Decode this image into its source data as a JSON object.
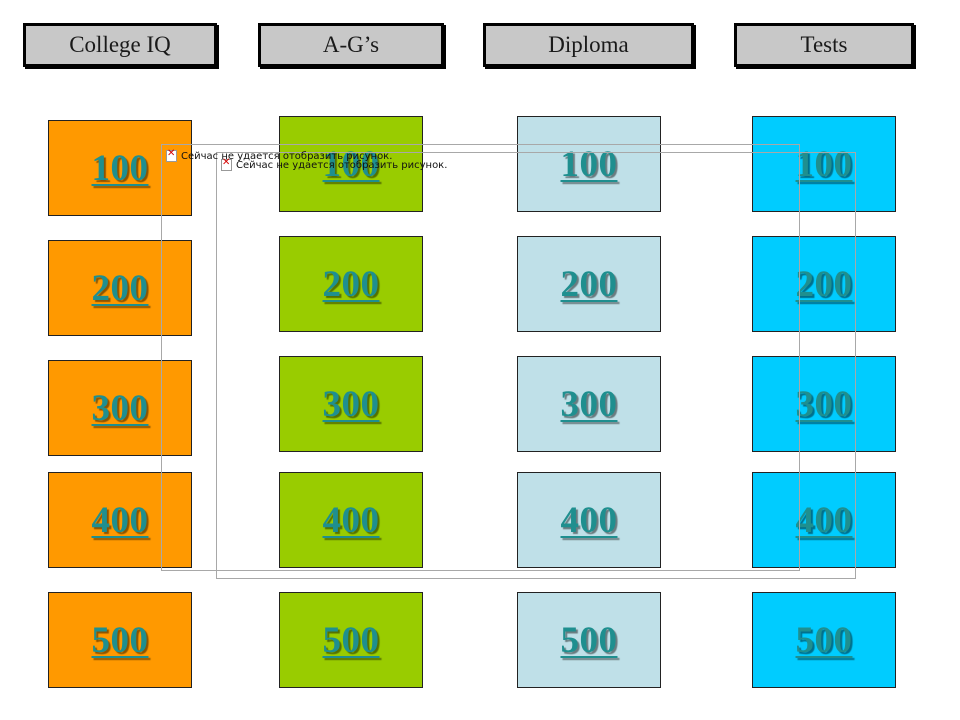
{
  "categories": [
    "College IQ",
    "A-G’s",
    "Diploma",
    "Tests"
  ],
  "columns": [
    {
      "name": "college-iq",
      "color": "#ff9900",
      "values": [
        "100",
        "200",
        "300",
        "400",
        "500"
      ]
    },
    {
      "name": "a-gs",
      "color": "#99cc00",
      "values": [
        "100",
        "200",
        "300",
        "400",
        "500"
      ]
    },
    {
      "name": "diploma",
      "color": "#bfe0e8",
      "values": [
        "100",
        "200",
        "300",
        "400",
        "500"
      ]
    },
    {
      "name": "tests",
      "color": "#00ccff",
      "values": [
        "100",
        "200",
        "300",
        "400",
        "500"
      ]
    }
  ],
  "broken_image": {
    "message": "Сейчас не удается отобразить рисунок."
  }
}
